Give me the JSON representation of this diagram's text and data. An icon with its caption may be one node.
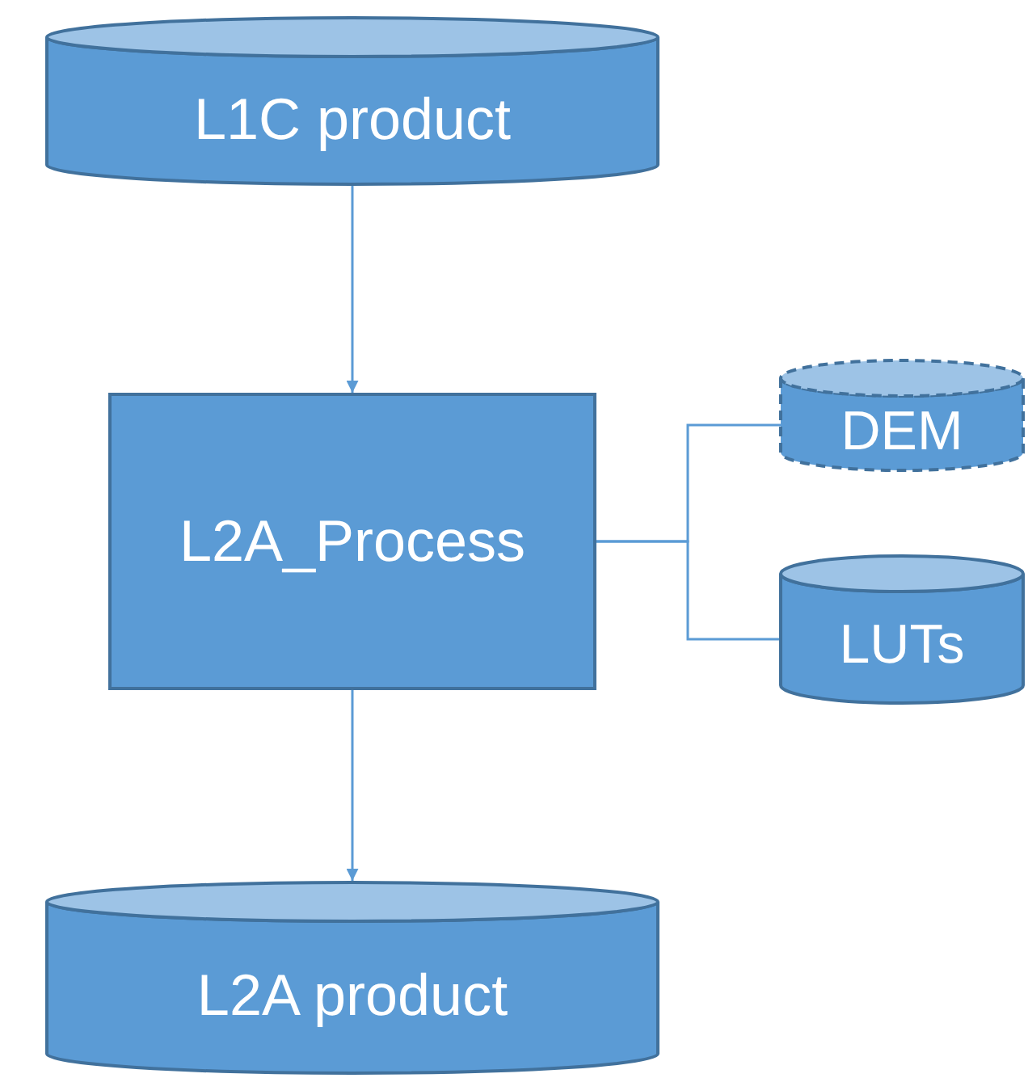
{
  "diagram": {
    "nodes": [
      {
        "text": [
          "L1C product"
        ]
      },
      {
        "text": [
          "L2A_Process"
        ]
      },
      {
        "text": [
          "DEM"
        ]
      },
      {
        "text": [
          "LUTs"
        ]
      },
      {
        "text": [
          "L2A product"
        ]
      }
    ],
    "edges": [
      {
        "from": 0,
        "to": 1,
        "arrow": "to"
      },
      {
        "from": 1,
        "to": 4,
        "arrow": "to"
      },
      {
        "from": 1,
        "to": 2,
        "arrow": "none"
      },
      {
        "from": 1,
        "to": 3,
        "arrow": "none"
      }
    ]
  }
}
